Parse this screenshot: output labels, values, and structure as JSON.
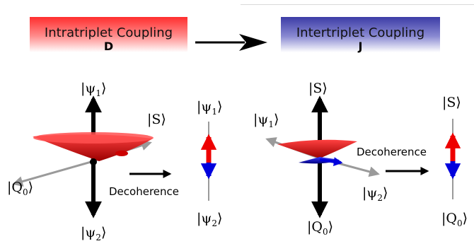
{
  "left_banner": {
    "title": "Intratriplet Coupling",
    "symbol": "D"
  },
  "right_banner": {
    "title": "Intertriplet Coupling",
    "symbol": "J"
  },
  "left_sphere": {
    "top": "|ψ",
    "top_sub": "1",
    "bottom": "|ψ",
    "bottom_sub": "2",
    "diagonal": "|S⟩",
    "side": "|Q",
    "side_sub": "0"
  },
  "left_result": {
    "top": "|ψ",
    "top_sub": "1",
    "bottom": "|ψ",
    "bottom_sub": "2"
  },
  "right_sphere": {
    "top": "|S⟩",
    "bottom": "|Q",
    "bottom_sub": "0",
    "diagonal": "|ψ",
    "diagonal_sub": "1",
    "side": "|ψ",
    "side_sub": "2"
  },
  "right_result": {
    "top": "|S⟩",
    "bottom": "|Q",
    "bottom_sub": "0"
  },
  "decoherence_label": "Decoherence",
  "colors": {
    "red": "#ee0000",
    "blue": "#0000dd",
    "axis_gray": "#9a9a9a",
    "axis_black": "#000000"
  }
}
